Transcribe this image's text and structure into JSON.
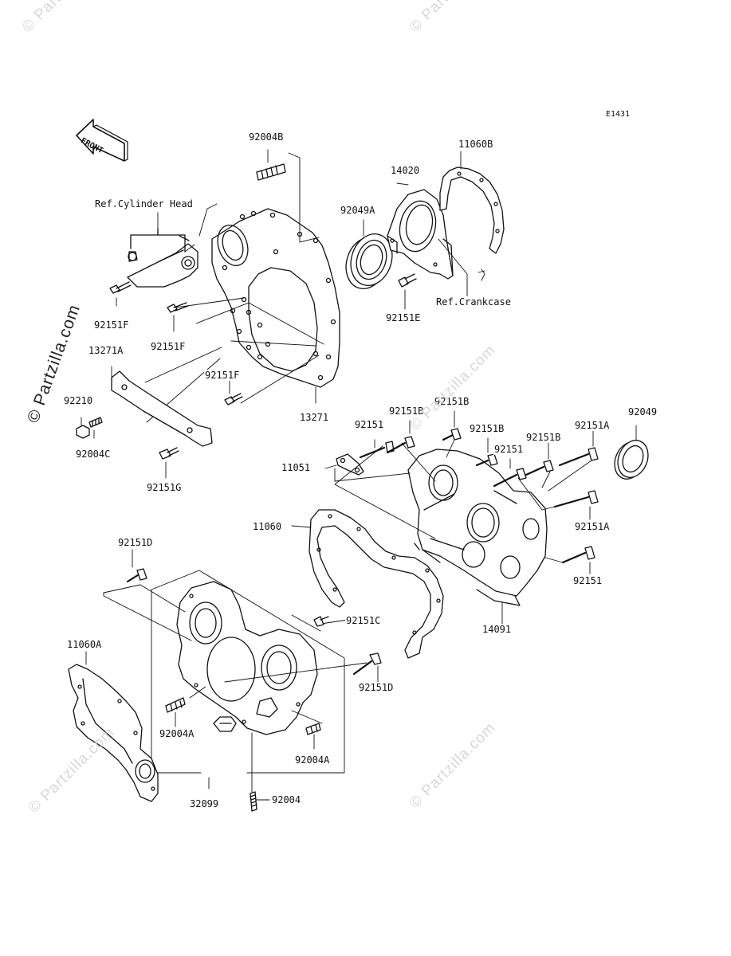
{
  "diagram_code": "E1431",
  "front_label": "FRONT",
  "watermark": "© Partzilla.com",
  "references": {
    "cylinder_head": "Ref.Cylinder Head",
    "crankcase": "Ref.Crankcase"
  },
  "callouts": {
    "p92004B": "92004B",
    "p11060B": "11060B",
    "p14020": "14020",
    "p92049A": "92049A",
    "p92151E": "92151E",
    "p92151F_a": "92151F",
    "p92151F_b": "92151F",
    "p92151F_c": "92151F",
    "p13271A": "13271A",
    "p13271": "13271",
    "p92210": "92210",
    "p92004C": "92004C",
    "p92151G": "92151G",
    "p92151B_a": "92151B",
    "p92151B_b": "92151B",
    "p92151B_c": "92151B",
    "p92151B_d": "92151B",
    "p92151_a": "92151",
    "p92151_b": "92151",
    "p92151_c": "92151",
    "p92151A_a": "92151A",
    "p92151A_b": "92151A",
    "p92049": "92049",
    "p11051": "11051",
    "p11060": "11060",
    "p14091": "14091",
    "p92151D_a": "92151D",
    "p92151D_b": "92151D",
    "p92151C": "92151C",
    "p11060A": "11060A",
    "p92004A_a": "92004A",
    "p92004A_b": "92004A",
    "p32099": "32099",
    "p92004": "92004"
  }
}
